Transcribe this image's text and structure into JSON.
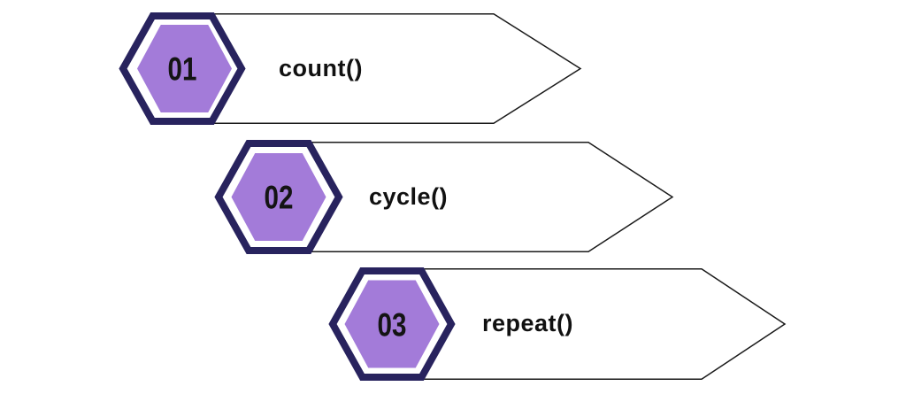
{
  "diagram": {
    "type": "process-steps",
    "steps": [
      {
        "number": "01",
        "label": "count()"
      },
      {
        "number": "02",
        "label": "cycle()"
      },
      {
        "number": "03",
        "label": "repeat()"
      }
    ],
    "colors": {
      "hexagon_border": "#28235e",
      "hexagon_fill": "#a37bd9",
      "banner_outline": "#1a1a1a",
      "text": "#111111",
      "background": "#ffffff"
    }
  }
}
